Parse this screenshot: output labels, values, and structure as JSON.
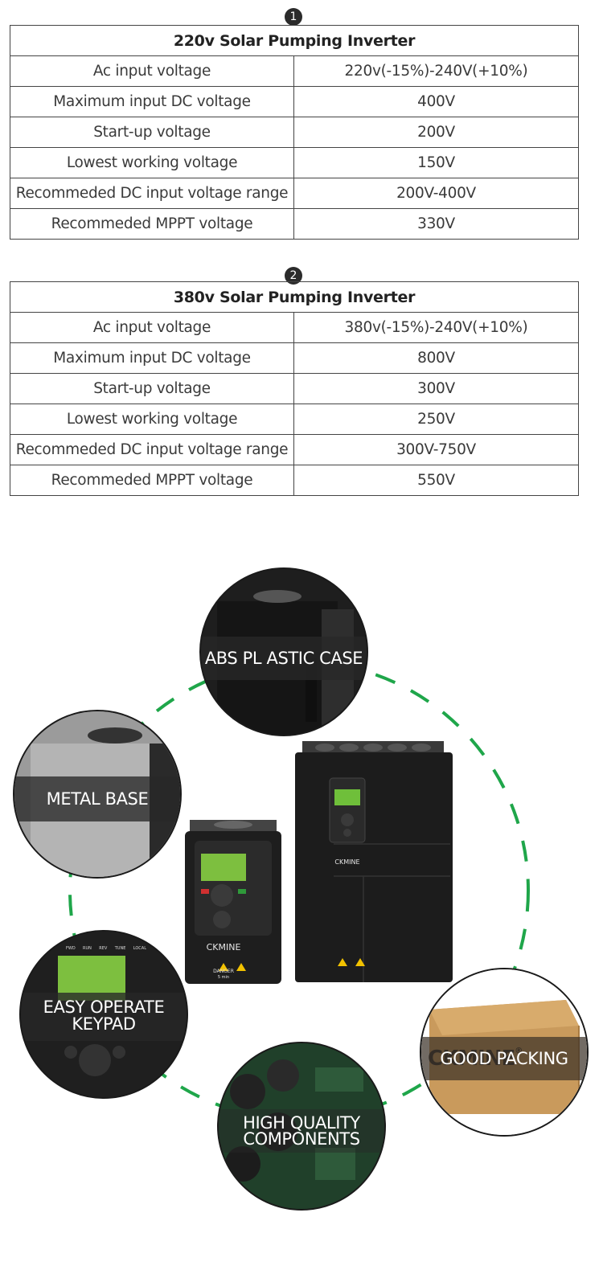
{
  "badges": {
    "first": "1",
    "second": "2"
  },
  "tables": [
    {
      "title": "220v Solar Pumping Inverter",
      "rows": [
        [
          "Ac input voltage",
          "220v(-15%)-240V(+10%)"
        ],
        [
          "Maximum input DC voltage",
          "400V"
        ],
        [
          "Start-up voltage",
          "200V"
        ],
        [
          "Lowest working voltage",
          "150V"
        ],
        [
          "Recommeded DC input voltage range",
          "200V-400V"
        ],
        [
          "Recommeded MPPT voltage",
          "330V"
        ]
      ]
    },
    {
      "title": "380v Solar Pumping Inverter",
      "rows": [
        [
          "Ac input voltage",
          "380v(-15%)-240V(+10%)"
        ],
        [
          "Maximum input DC voltage",
          "800V"
        ],
        [
          "Start-up voltage",
          "300V"
        ],
        [
          "Lowest working voltage",
          "250V"
        ],
        [
          "Recommeded DC input voltage range",
          "300V-750V"
        ],
        [
          "Recommeded MPPT voltage",
          "550V"
        ]
      ]
    }
  ],
  "features": {
    "abs": "ABS PL ASTIC CASE",
    "metal": "METAL BASE",
    "keypad_line1": "EASY OPERATE",
    "keypad_line2": "KEYPAD",
    "components_line1": "HIGH QUALITY",
    "components_line2": "COMPONENTS",
    "packing": "GOOD PACKING"
  },
  "product": {
    "brand": "CKMINE",
    "brand_mark": "®",
    "danger": "DANGER",
    "danger_time": "5 min",
    "keypad_indicators": [
      "FWD",
      "RUN",
      "REV",
      "TUNE",
      "LOCAL"
    ]
  },
  "colors": {
    "ring": "#1fa64a",
    "band": "#282828",
    "device": "#1c1c1c",
    "screen": "#6fbf3a",
    "box": "#c99a5c"
  }
}
